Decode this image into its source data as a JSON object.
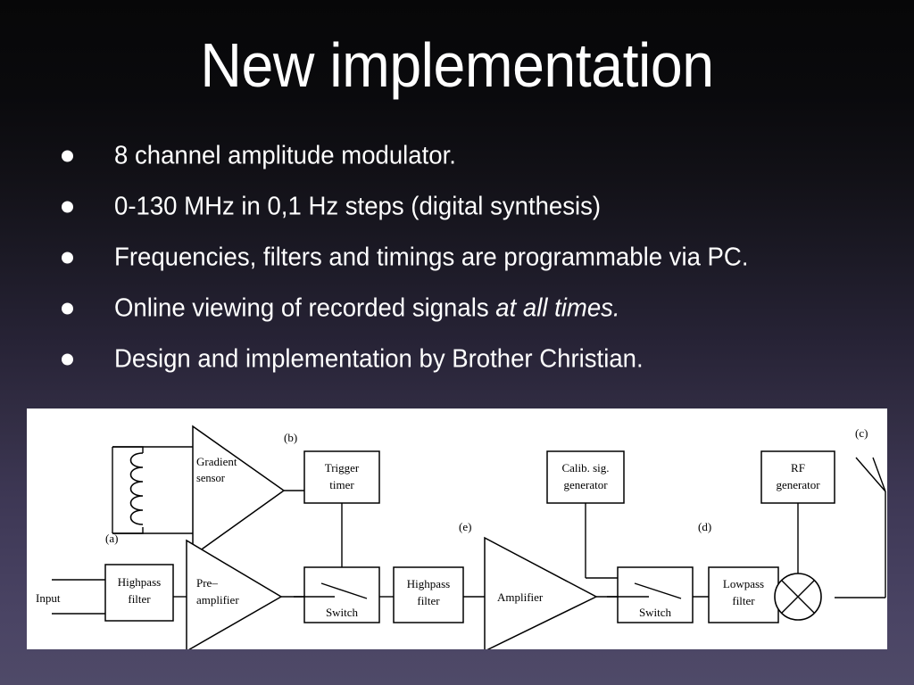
{
  "slide": {
    "title": "New implementation",
    "background_top_color": "#070708",
    "background_bottom_color": "#4f4a68",
    "text_color": "#ffffff"
  },
  "bullets": [
    {
      "text": "8 channel amplitude modulator."
    },
    {
      "text": "0-130 MHz in 0,1 Hz steps (digital synthesis)"
    },
    {
      "text": "Frequencies, filters and timings are programmable via PC."
    },
    {
      "text_before": "Online viewing of recorded signals ",
      "text_italic": "at all times.",
      "text_after": ""
    },
    {
      "text": "Design and implementation by Brother Christian."
    }
  ],
  "diagram": {
    "panel_color": "#ffffff",
    "line_color": "#000000",
    "tags": [
      {
        "id": "tag-a",
        "label": "(a)"
      },
      {
        "id": "tag-b",
        "label": "(b)"
      },
      {
        "id": "tag-c",
        "label": "(c)"
      },
      {
        "id": "tag-d",
        "label": "(d)"
      },
      {
        "id": "tag-e",
        "label": "(e)"
      }
    ],
    "blocks": [
      {
        "id": "input",
        "label": "Input",
        "shape": "terminal"
      },
      {
        "id": "highpass-filter-1",
        "label_line1": "Highpass",
        "label_line2": "filter",
        "shape": "box"
      },
      {
        "id": "pre-amplifier",
        "label_line1": "Pre–",
        "label_line2": "amplifier",
        "shape": "triangle"
      },
      {
        "id": "switch-1",
        "label": "Switch",
        "shape": "switch-box"
      },
      {
        "id": "highpass-filter-2",
        "label_line1": "Highpass",
        "label_line2": "filter",
        "shape": "box"
      },
      {
        "id": "amplifier",
        "label": "Amplifier",
        "shape": "triangle"
      },
      {
        "id": "switch-2",
        "label": "Switch",
        "shape": "switch-box"
      },
      {
        "id": "lowpass-filter",
        "label_line1": "Lowpass",
        "label_line2": "filter",
        "shape": "box"
      },
      {
        "id": "mixer",
        "label": "",
        "shape": "mixer-circle"
      },
      {
        "id": "gradient-sensor",
        "label_line1": "Gradient",
        "label_line2": "sensor",
        "shape": "triangle"
      },
      {
        "id": "trigger-timer",
        "label_line1": "Trigger",
        "label_line2": "timer",
        "shape": "box"
      },
      {
        "id": "calib-sig-generator",
        "label_line1": "Calib. sig.",
        "label_line2": "generator",
        "shape": "box"
      },
      {
        "id": "rf-generator",
        "label_line1": "RF",
        "label_line2": "generator",
        "shape": "box"
      },
      {
        "id": "pickup-coil",
        "label": "",
        "shape": "inductor"
      },
      {
        "id": "antenna",
        "label": "",
        "shape": "antenna"
      }
    ]
  }
}
